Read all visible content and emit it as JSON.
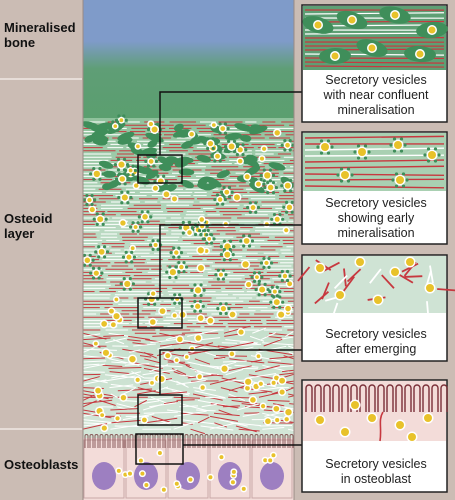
{
  "left_labels": {
    "mineralised_bone": [
      "Mineralised",
      "bone"
    ],
    "osteoid_layer": [
      "Osteoid",
      "layer"
    ],
    "osteoblasts": "Osteoblasts"
  },
  "panels": [
    {
      "caption": [
        "Secretory vesicles",
        "with near confluent",
        "mineralisation"
      ]
    },
    {
      "caption": [
        "Secretory vesicles",
        "showing early",
        "mineralisation"
      ]
    },
    {
      "caption": [
        "Secretory vesicles",
        "after emerging"
      ]
    },
    {
      "caption": [
        "Secretory vesicles",
        "in osteoblast"
      ]
    }
  ],
  "colors": {
    "bone_top": "#7f9bc9",
    "bone_green": "#5a9f6e",
    "osteoid": "#cfe3d4",
    "collagen_red": "#c7383f",
    "vesicle_yellow": "#e8c22a",
    "mineral_green": "#3f8e5a",
    "cell": "#f3dcd9",
    "nucleus": "#9d7fc1",
    "panel_border": "#222222",
    "connector": "#111111"
  }
}
